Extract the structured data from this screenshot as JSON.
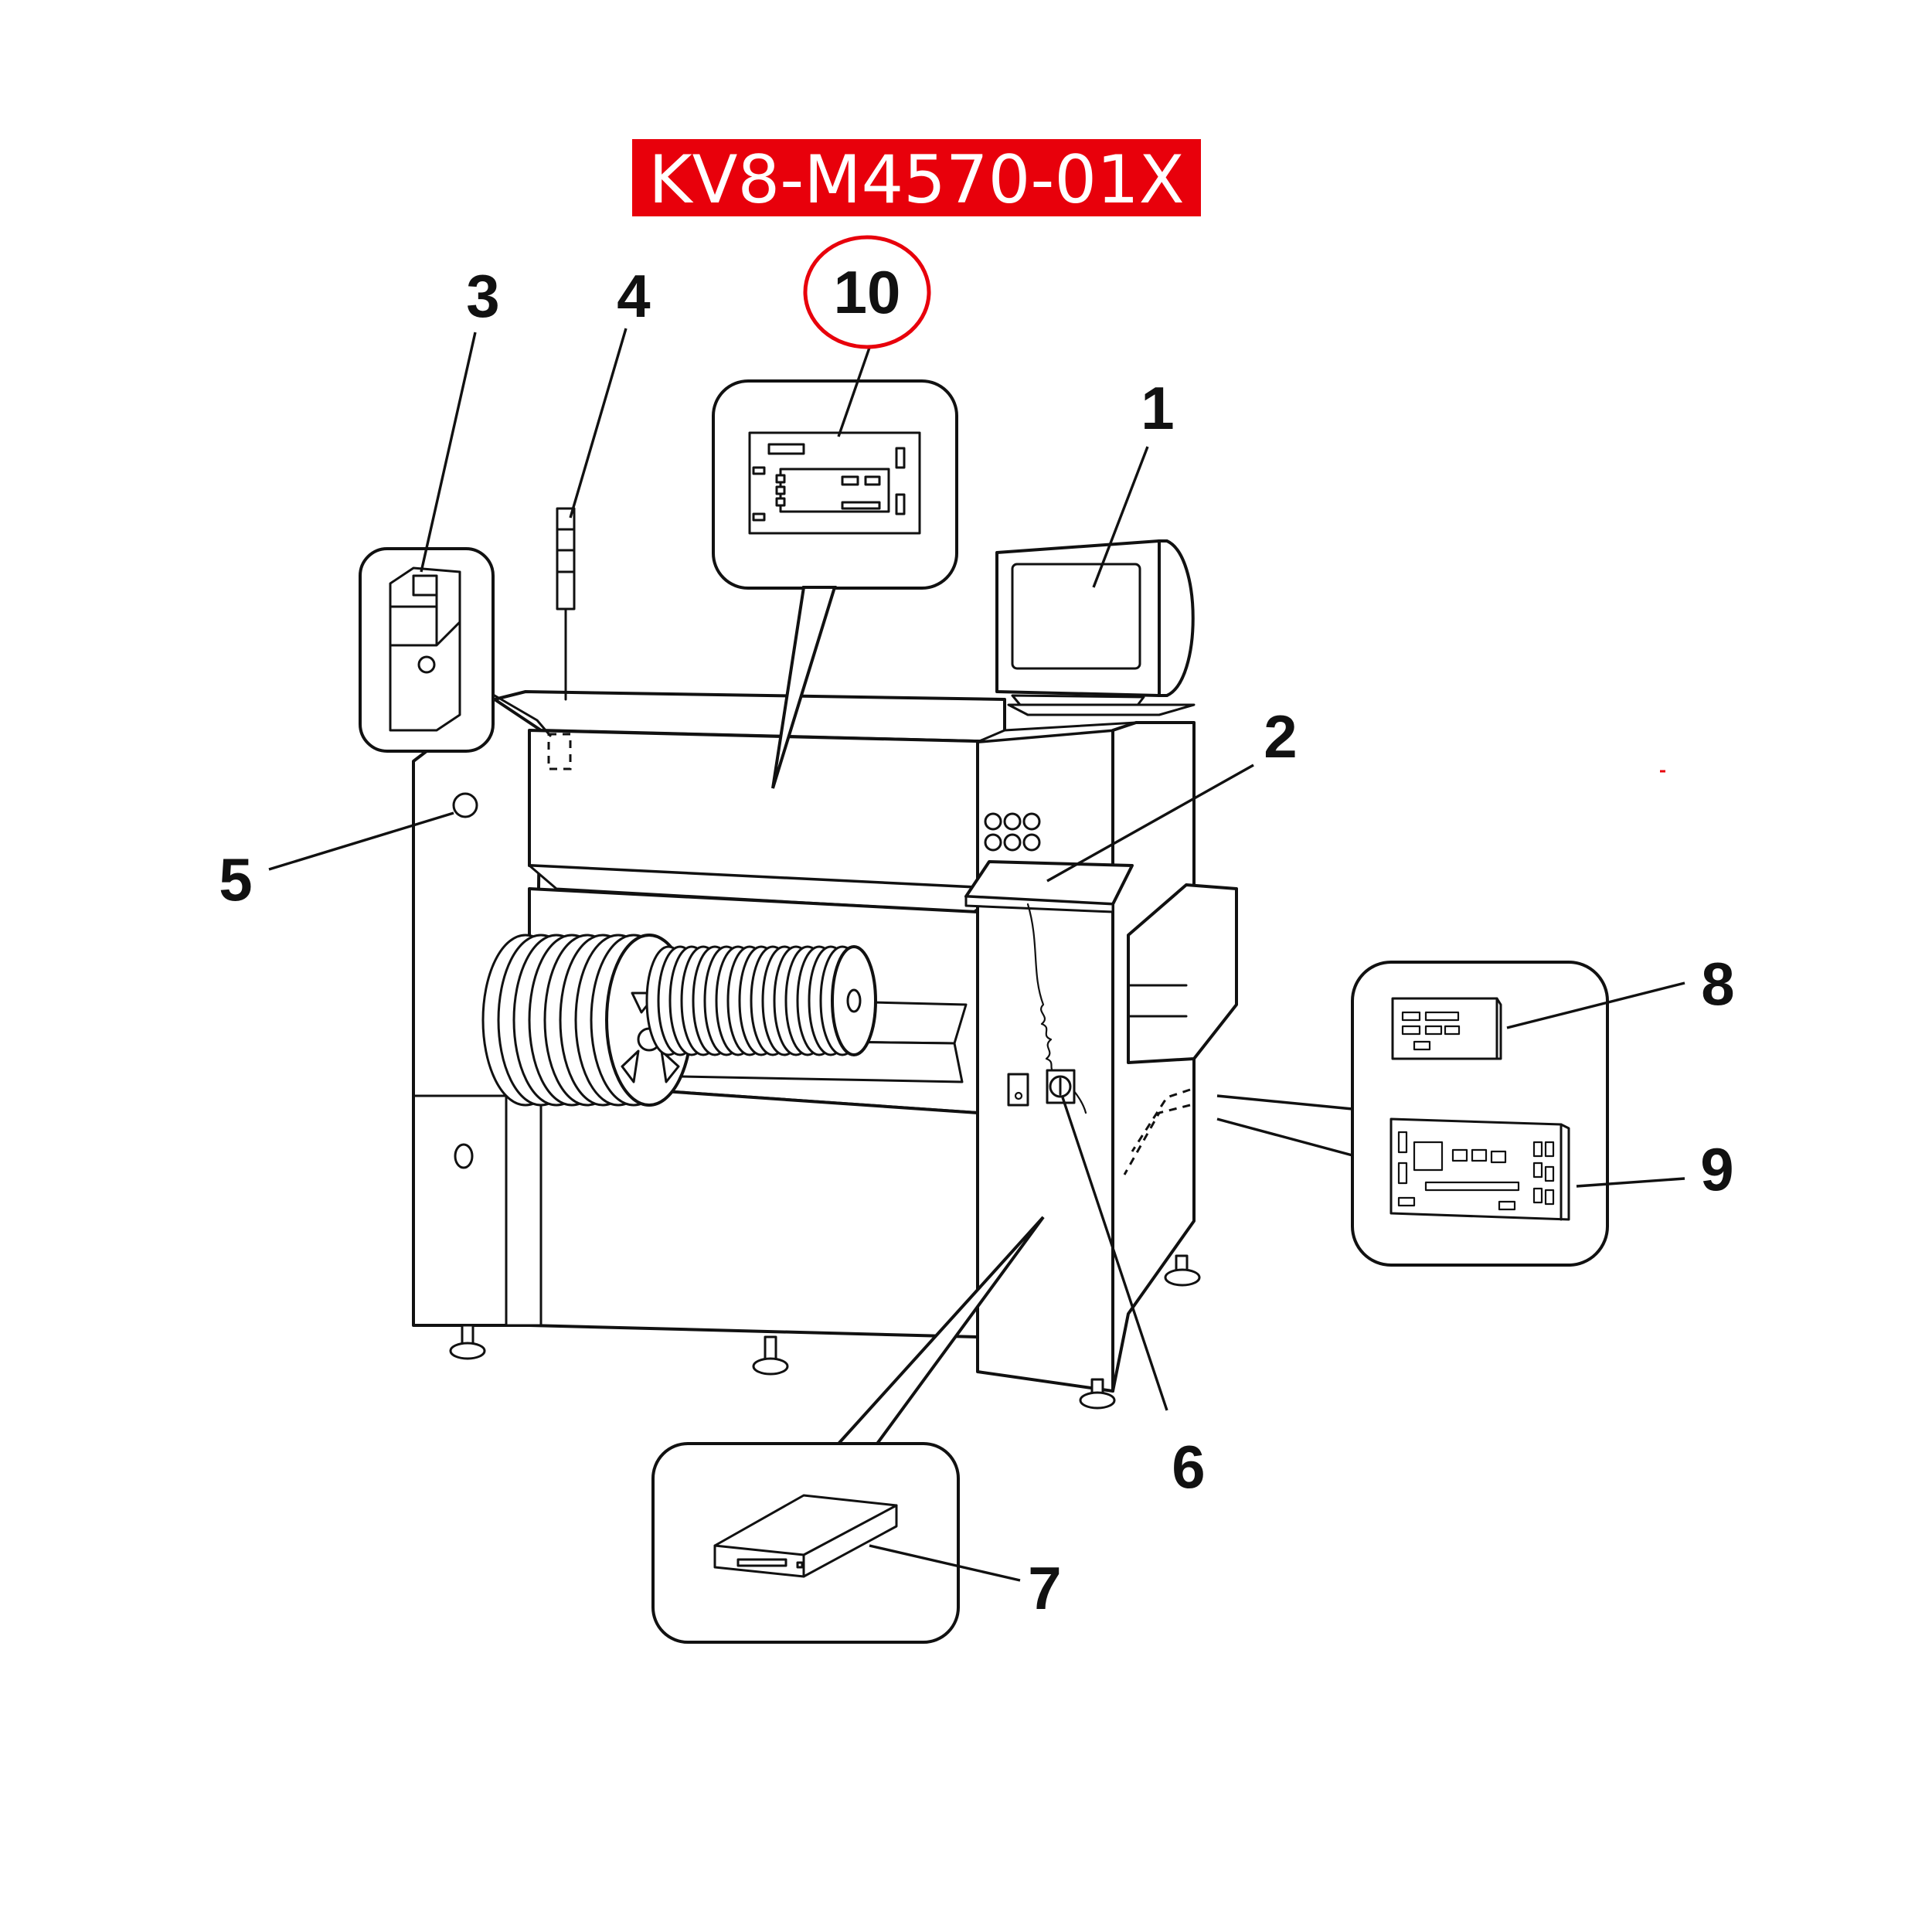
{
  "part_number": {
    "text": "KV8-M4570-01X",
    "color": "#e8000b"
  },
  "highlight_color": "#e8000b",
  "callouts": [
    {
      "id": "1",
      "text": "1"
    },
    {
      "id": "2",
      "text": "2"
    },
    {
      "id": "3",
      "text": "3"
    },
    {
      "id": "4",
      "text": "4"
    },
    {
      "id": "5",
      "text": "5"
    },
    {
      "id": "6",
      "text": "6"
    },
    {
      "id": "7",
      "text": "7"
    },
    {
      "id": "8",
      "text": "8"
    },
    {
      "id": "9",
      "text": "9"
    },
    {
      "id": "10",
      "text": "10",
      "highlighted": true
    }
  ]
}
